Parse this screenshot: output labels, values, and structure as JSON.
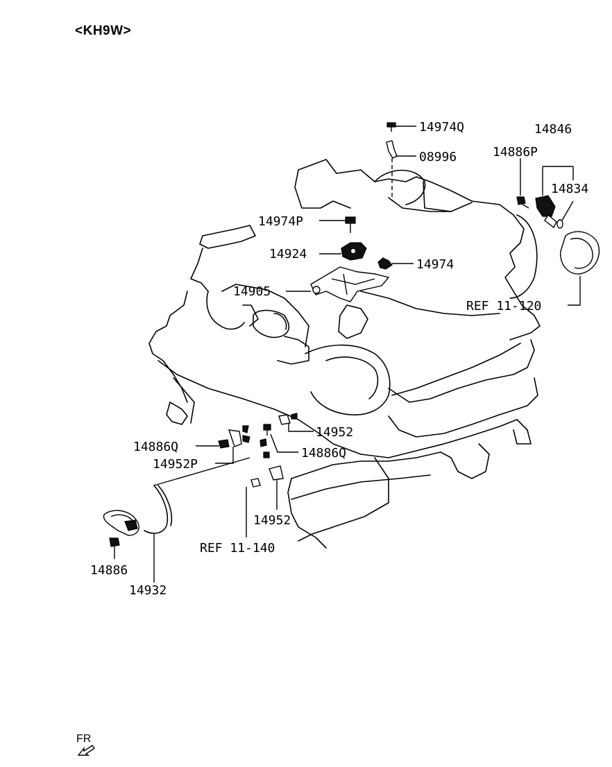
{
  "title": "<KH9W>",
  "callouts": {
    "c14974Q": "14974Q",
    "c08996": "08996",
    "c14886P": "14886P",
    "c14846": "14846",
    "c14834": "14834",
    "c14974P": "14974P",
    "c14924": "14924",
    "c14974": "14974",
    "c14905": "14905",
    "ref11_120": "REF 11-120",
    "c14886Q_left": "14886Q",
    "c14952P": "14952P",
    "c14952_top": "14952",
    "c14886Q_right": "14886Q",
    "c14952_bottom": "14952",
    "ref11_140": "REF 11-140",
    "c14886": "14886",
    "c14932": "14932"
  },
  "direction_marker": {
    "label": "FR",
    "icon": "front-direction-arrow-icon"
  }
}
